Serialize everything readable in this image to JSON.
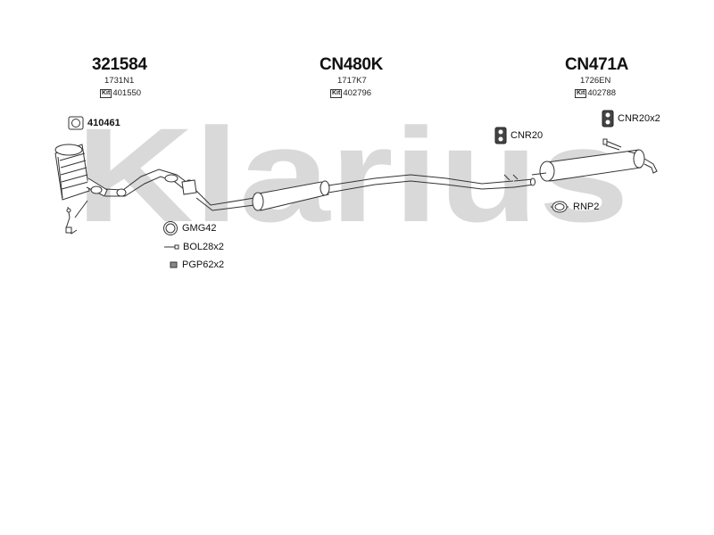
{
  "watermark": {
    "text": "Klarius"
  },
  "groups": [
    {
      "part_no": "321584",
      "sub_no": "1731N1",
      "kit_badge": "Kit",
      "kit_no": "401550"
    },
    {
      "part_no": "CN480K",
      "sub_no": "1717K7",
      "kit_badge": "Kit",
      "kit_no": "402796"
    },
    {
      "part_no": "CN471A",
      "sub_no": "1726EN",
      "kit_badge": "Kit",
      "kit_no": "402788"
    }
  ],
  "accessories": {
    "a410461": "410461",
    "gmg42": "GMG42",
    "bol28x2": "BOL28x2",
    "pgp62x2": "PGP62x2",
    "cnr20": "CNR20",
    "cnr20x2": "CNR20x2",
    "rnp2": "RNP2"
  },
  "colors": {
    "watermark": "#d9d9d9",
    "line": "#333333"
  }
}
